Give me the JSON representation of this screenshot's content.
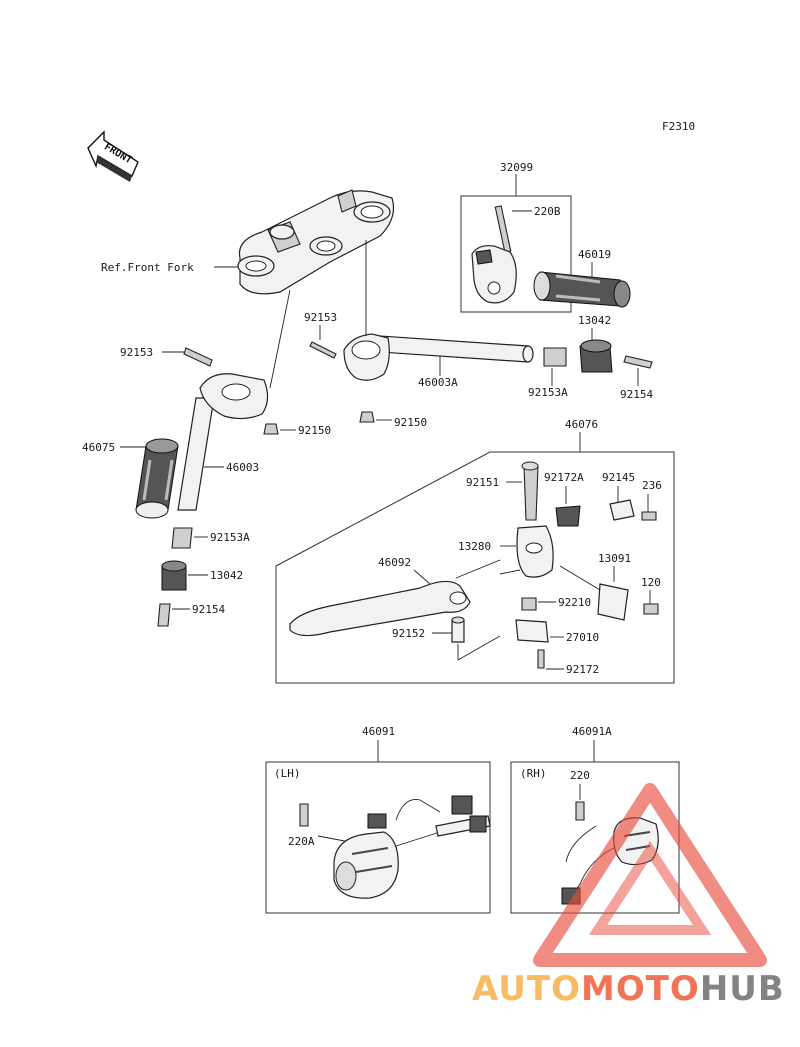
{
  "diagram": {
    "figure_code": "F2310",
    "front_label": "FRONT",
    "ref_label": "Ref.Front Fork",
    "callouts": {
      "c32099": "32099",
      "c220B": "220B",
      "c46019": "46019",
      "c13042_top": "13042",
      "c92153_left": "92153",
      "c92153_mid": "92153",
      "c46003A": "46003A",
      "c92153A_top": "92153A",
      "c92154_top": "92154",
      "c92150_left": "92150",
      "c92150_mid": "92150",
      "c46075": "46075",
      "c46003": "46003",
      "c46076": "46076",
      "c92151": "92151",
      "c92172A": "92172A",
      "c92145": "92145",
      "c236": "236",
      "c13280": "13280",
      "c46092": "46092",
      "c13091": "13091",
      "c92153A_low": "92153A",
      "c13042_low": "13042",
      "c120": "120",
      "c92210": "92210",
      "c92154_low": "92154",
      "c92152": "92152",
      "c27010": "27010",
      "c92172": "92172",
      "c46091": "46091",
      "c46091A": "46091A",
      "lh": "(LH)",
      "rh": "(RH)",
      "c220A": "220A",
      "c220": "220"
    }
  },
  "watermark": {
    "part1": "AUTO",
    "part2": "MOTO",
    "part3": "HUB",
    "color1": "#f6b04a",
    "color2": "#ee5c3c",
    "color3": "#6e6e6e",
    "triangle_color": "#e84b3a"
  }
}
